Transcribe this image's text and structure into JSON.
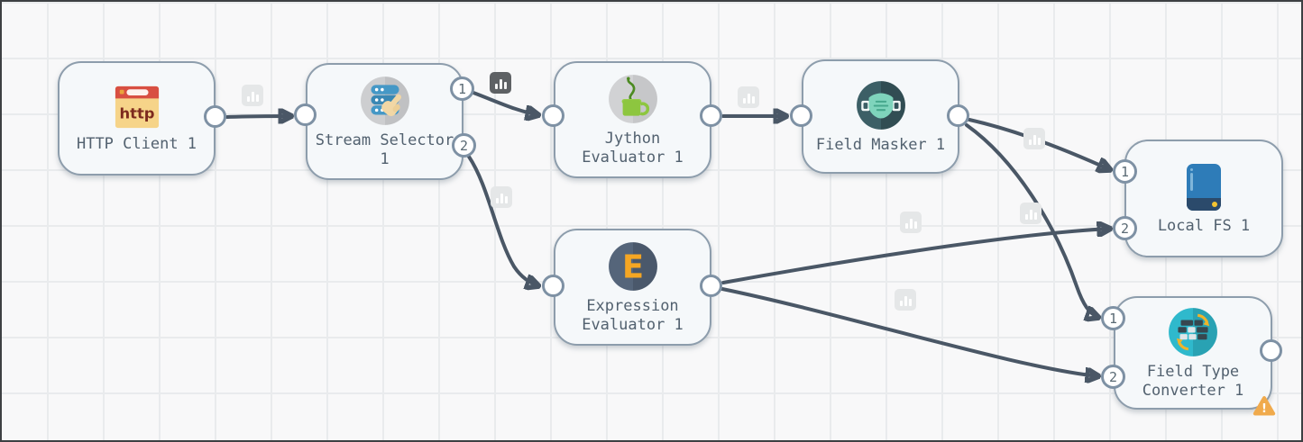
{
  "app": {
    "view": "pipeline-canvas"
  },
  "colors": {
    "canvas_bg": "#f8f8f9",
    "grid_line": "#e9ebed",
    "frame_border": "#3d4043",
    "node_fill": "#f5f8fa",
    "node_border": "#8d9dac",
    "edge": "#4a5766",
    "port_border": "#7e91a4",
    "label_text": "#52616f",
    "badge_light": "#e5e7e8",
    "badge_dark": "#5e6164",
    "warning": "#f0aa4c"
  },
  "nodes": [
    {
      "id": "http-client-1",
      "label": "HTTP Client 1",
      "icon": "http-browser-icon",
      "icon_text": "http"
    },
    {
      "id": "stream-selector-1",
      "label": "Stream Selector 1",
      "icon": "stream-selector-icon",
      "output_ports": [
        "1",
        "2"
      ]
    },
    {
      "id": "jython-evaluator-1",
      "label": "Jython Evaluator 1",
      "icon": "jython-cup-snake-icon"
    },
    {
      "id": "field-masker-1",
      "label": "Field Masker 1",
      "icon": "face-mask-icon"
    },
    {
      "id": "expression-evaluator-1",
      "label": "Expression Evaluator 1",
      "icon": "expression-icon",
      "icon_text": "E"
    },
    {
      "id": "local-fs-1",
      "label": "Local FS 1",
      "icon": "hard-disk-icon",
      "input_ports": [
        "1",
        "2"
      ]
    },
    {
      "id": "field-type-converter-1",
      "label": "Field Type Converter 1",
      "icon": "table-convert-icon",
      "input_ports": [
        "1",
        "2"
      ],
      "warning_badge": "!"
    }
  ],
  "edges": [
    {
      "from": "HTTP Client 1",
      "to": "Stream Selector 1",
      "metrics_badge": "light"
    },
    {
      "from": "Stream Selector 1",
      "from_output": "1",
      "to": "Jython Evaluator 1",
      "metrics_badge": "dark"
    },
    {
      "from": "Stream Selector 1",
      "from_output": "2",
      "to": "Expression Evaluator 1",
      "metrics_badge": "light"
    },
    {
      "from": "Jython Evaluator 1",
      "to": "Field Masker 1",
      "metrics_badge": "light"
    },
    {
      "from": "Field Masker 1",
      "to": "Local FS 1",
      "to_input": "1",
      "metrics_badge": "light"
    },
    {
      "from": "Field Masker 1",
      "to": "Field Type Converter 1",
      "to_input": "1",
      "metrics_badge": "light"
    },
    {
      "from": "Expression Evaluator 1",
      "to": "Local FS 1",
      "to_input": "2",
      "metrics_badge": "light"
    },
    {
      "from": "Expression Evaluator 1",
      "to": "Field Type Converter 1",
      "to_input": "2",
      "metrics_badge": "light"
    }
  ]
}
